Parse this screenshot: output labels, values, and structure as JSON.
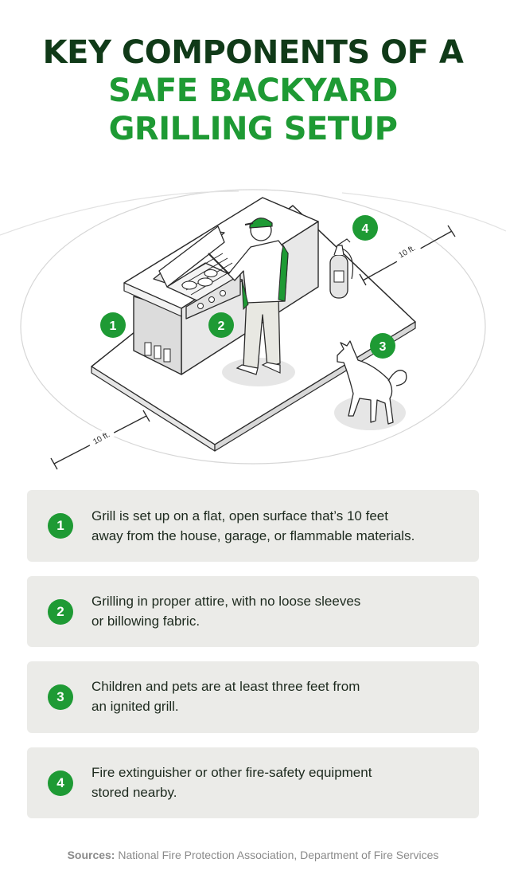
{
  "title": {
    "line1": "KEY COMPONENTS OF A",
    "line2": "SAFE BACKYARD",
    "line3": "GRILLING SETUP"
  },
  "illustration": {
    "distance_label_right": "10 ft.",
    "distance_label_left": "10 ft.",
    "markers": [
      "1",
      "2",
      "3",
      "4"
    ]
  },
  "items": [
    {
      "number": "1",
      "text_line1": "Grill is set up on a flat, open surface that’s 10 feet",
      "text_line2": "away from the house, garage, or flammable materials."
    },
    {
      "number": "2",
      "text_line1": "Grilling in proper attire, with no loose sleeves",
      "text_line2": "or billowing fabric."
    },
    {
      "number": "3",
      "text_line1": "Children and pets are at least three feet from",
      "text_line2": "an ignited grill."
    },
    {
      "number": "4",
      "text_line1": "Fire extinguisher or other fire-safety equipment",
      "text_line2": "stored nearby."
    }
  ],
  "sources": {
    "label": "Sources:",
    "text": " National Fire Protection Association, Department of Fire Services"
  },
  "colors": {
    "dark_green": "#103a18",
    "accent_green": "#1e9a34",
    "card_bg": "#ebebe8",
    "outline": "#2a2a2a"
  }
}
